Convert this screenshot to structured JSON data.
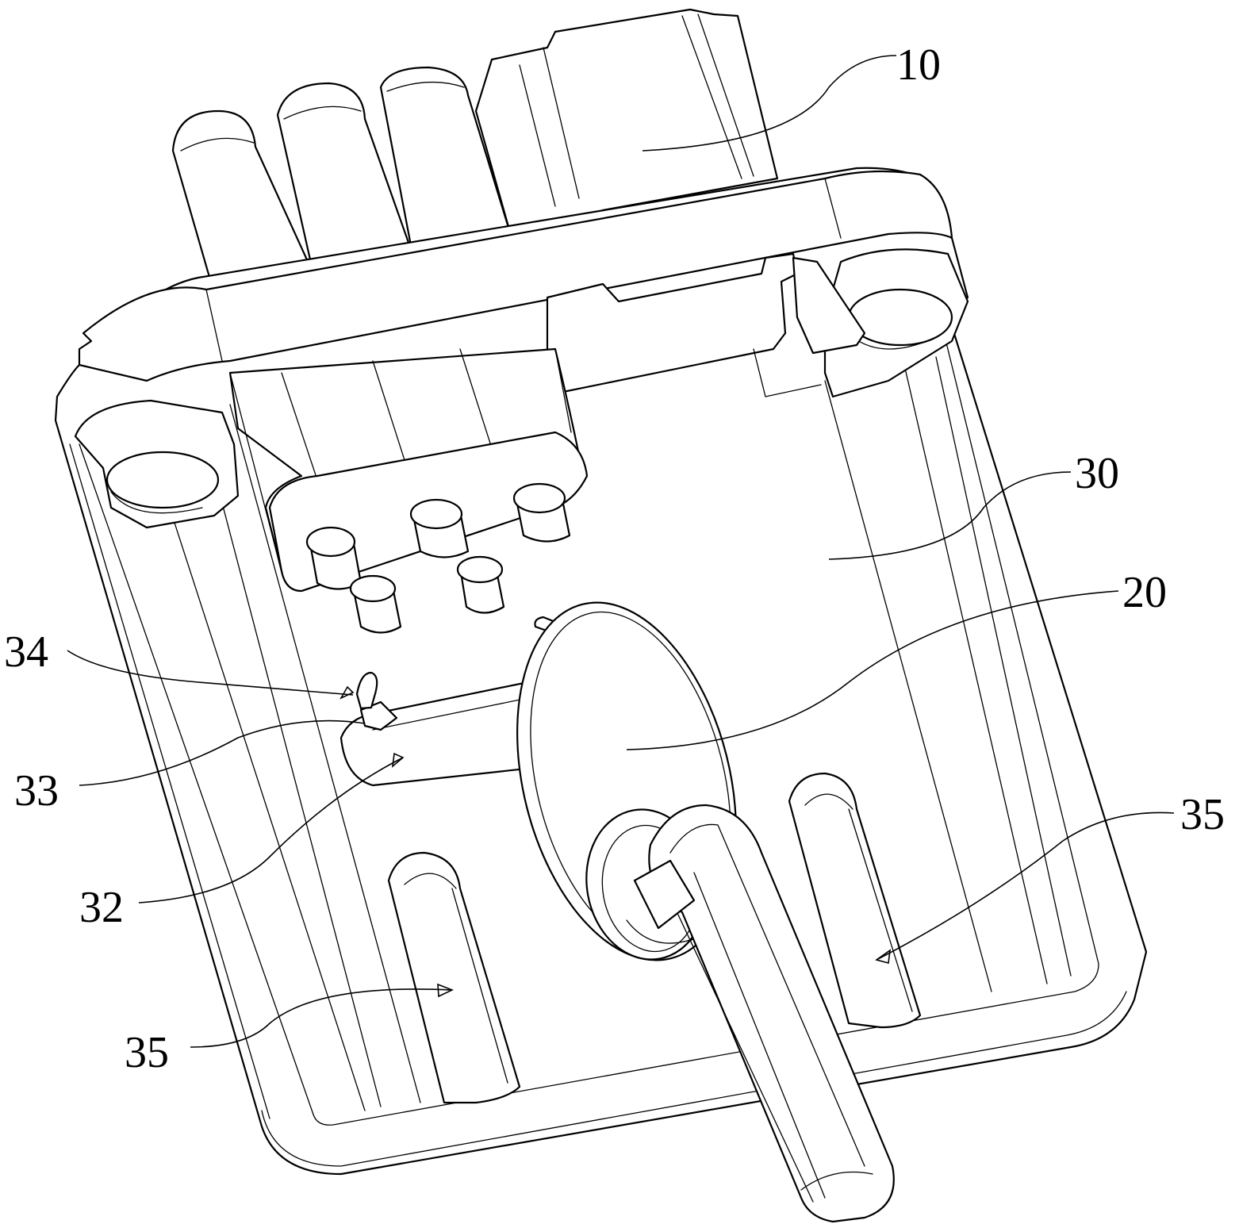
{
  "labels": {
    "l10": "10",
    "l30": "30",
    "l20": "20",
    "l34": "34",
    "l33": "33",
    "l32": "32",
    "l35_right": "35",
    "l35_left": "35"
  }
}
